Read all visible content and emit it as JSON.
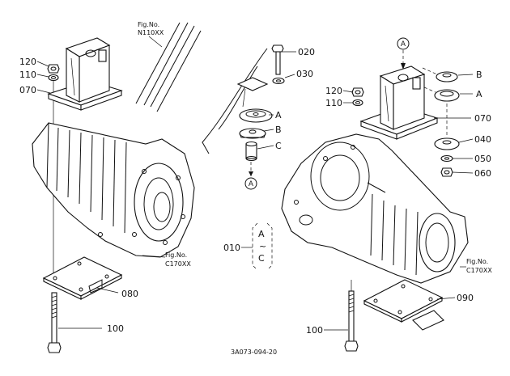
{
  "labels": {
    "p120_left": "120",
    "p110_left": "110",
    "p070_left": "070",
    "p080": "080",
    "p100_left": "100",
    "p020": "020",
    "p030": "030",
    "sub_a": "A",
    "sub_b": "B",
    "sub_c": "C",
    "circle_a_mid": "A",
    "p010": "010",
    "range_a": "A",
    "range_tilde": "~",
    "range_c": "C",
    "circle_a_right": "A",
    "right_b": "B",
    "right_a": "A",
    "p120_right": "120",
    "p110_right": "110",
    "p070_right": "070",
    "p040": "040",
    "p050": "050",
    "p060": "060",
    "p090": "090",
    "p100_right": "100"
  },
  "fig_refs": {
    "top": {
      "line1": "Fig.No.",
      "line2": "N110XX"
    },
    "left": {
      "line1": "Fig.No.",
      "line2": "C170XX"
    },
    "right": {
      "line1": "Fig.No.",
      "line2": "C170XX"
    }
  },
  "drawing_code": "3A073-094-20"
}
